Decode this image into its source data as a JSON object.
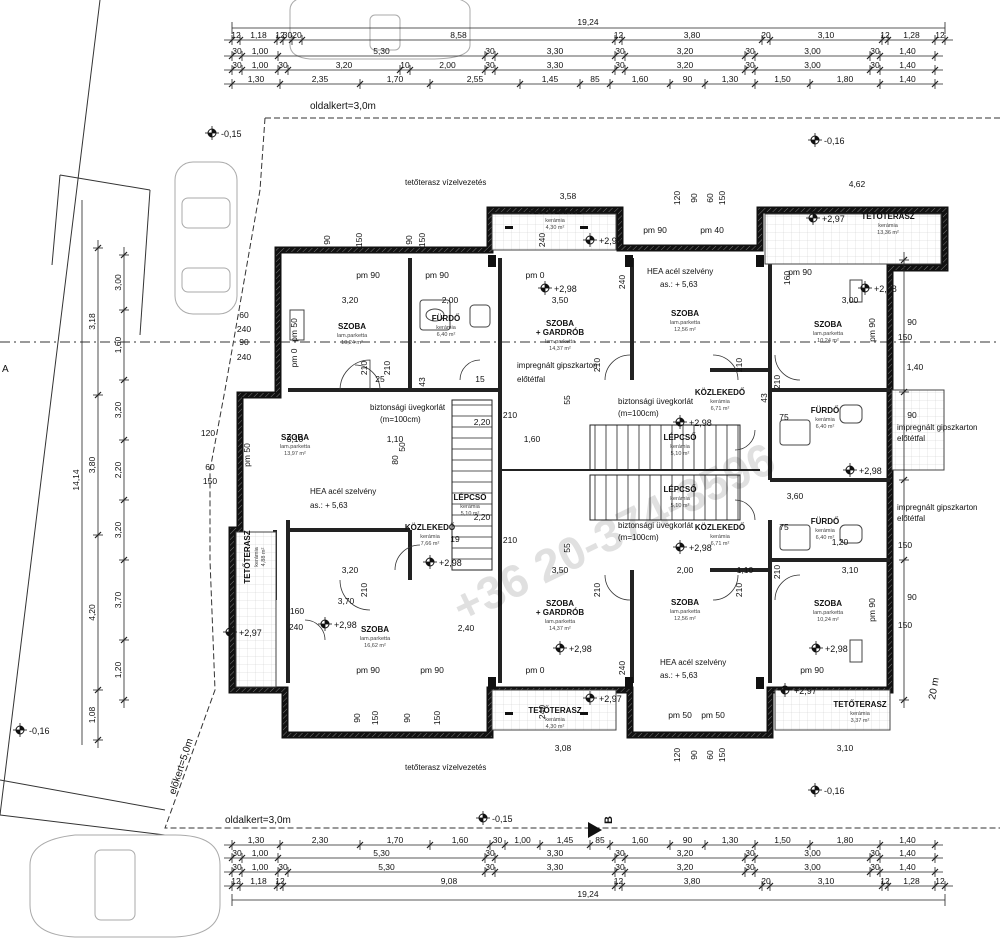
{
  "dims": {
    "top_total": "19,24",
    "top_row1": [
      "12",
      "1,18",
      "12",
      "30",
      "20",
      "8,58",
      "12",
      "3,80",
      "20",
      "3,10",
      "12",
      "1,28",
      "12"
    ],
    "top_row2": [
      "30",
      "1,00",
      "5,30",
      "30",
      "3,30",
      "30",
      "3,20",
      "30",
      "3,00",
      "30",
      "1,40"
    ],
    "top_row3": [
      "30",
      "1,00",
      "30",
      "3,20",
      "10",
      "2,00",
      "30",
      "3,30",
      "30",
      "3,20",
      "30",
      "3,00",
      "30",
      "1,40"
    ],
    "top_row4": [
      "1,30",
      "2,35",
      "1,70",
      "2,55",
      "1,45",
      "85",
      "1,60",
      "90",
      "1,30",
      "1,50",
      "1,80",
      "1,40"
    ],
    "bot_row1": [
      "1,30",
      "2,30",
      "1,70",
      "1,60",
      "30",
      "1,00",
      "1,45",
      "85",
      "1,60",
      "90",
      "1,30",
      "1,50",
      "1,80",
      "1,40"
    ],
    "bot_row2": [
      "30",
      "1,00",
      "5,30",
      "30",
      "3,30",
      "30",
      "3,20",
      "30",
      "3,00",
      "30",
      "1,40"
    ],
    "bot_row3": [
      "30",
      "1,00",
      "30",
      "5,30",
      "30",
      "3,30",
      "30",
      "3,20",
      "30",
      "3,00",
      "30",
      "1,40"
    ],
    "bot_row4": [
      "12",
      "1,18",
      "12",
      "9,08",
      "12",
      "3,80",
      "20",
      "3,10",
      "12",
      "1,28",
      "12"
    ],
    "bot_total": "19,24",
    "left_total": "14,14",
    "left_col1": [
      "3,18",
      "3,80",
      "4,20",
      "1,08"
    ],
    "left_col2": [
      "3,00",
      "1,60",
      "3,20",
      "2,20",
      "3,20",
      "3,70",
      "1,20"
    ],
    "misc": [
      "3,58",
      "4,62",
      "3,08",
      "3,10",
      "3,20",
      "3,20",
      "3,00",
      "3,50",
      "3,50",
      "2,00",
      "2,00",
      "1,10",
      "1,10",
      "1,60",
      "3,60",
      "3,10",
      "3,10",
      "2,20",
      "2,20",
      "1,20",
      "1,40",
      "2,40",
      "3,70"
    ]
  },
  "rooms": [
    {
      "name": "SZOBA",
      "sub1": "lam.parketta",
      "sub2": "10,24 m²"
    },
    {
      "name": "FÜRDŐ",
      "sub1": "kerámia",
      "sub2": "6,40 m²"
    },
    {
      "name": "SZOBA",
      "name2": "+ GARDRÓB",
      "sub1": "lam.parketta",
      "sub2": "14,37 m²"
    },
    {
      "name": "SZOBA",
      "sub1": "lam.parketta",
      "sub2": "12,56 m²"
    },
    {
      "name": "SZOBA",
      "sub1": "lam.parketta",
      "sub2": "10,24 m²"
    },
    {
      "name": "SZOBA",
      "sub1": "lam.parketta",
      "sub2": "13,97 m²"
    },
    {
      "name": "LÉPCSŐ",
      "sub1": "kerámia",
      "sub2": "5,10 m²"
    },
    {
      "name": "KÖZLEKEDŐ",
      "sub1": "kerámia",
      "sub2": "7,66 m²"
    },
    {
      "name": "TETŐTERASZ",
      "sub1": "kerámia",
      "sub2": "4,88 m²"
    },
    {
      "name": "SZOBA",
      "sub1": "lam.parketta",
      "sub2": "16,62 m²"
    },
    {
      "name": "SZOBA",
      "name2": "+ GARDRÓB",
      "sub1": "lam.parketta",
      "sub2": "14,37 m²"
    },
    {
      "name": "SZOBA",
      "sub1": "lam.parketta",
      "sub2": "12,56 m²"
    },
    {
      "name": "SZOBA",
      "sub1": "lam.parketta",
      "sub2": "10,24 m²"
    },
    {
      "name": "FÜRDŐ",
      "sub1": "kerámia",
      "sub2": "6,40 m²"
    },
    {
      "name": "FÜRDŐ",
      "sub1": "kerámia",
      "sub2": "6,40 m²"
    },
    {
      "name": "KÖZLEKEDŐ",
      "sub1": "kerámia",
      "sub2": "6,71 m²"
    },
    {
      "name": "KÖZLEKEDŐ",
      "sub1": "kerámia",
      "sub2": "6,71 m²"
    },
    {
      "name": "LÉPCSŐ",
      "sub1": "kerámia",
      "sub2": "5,10 m²"
    },
    {
      "name": "LÉPCSŐ",
      "sub1": "kerámia",
      "sub2": "5,10 m²"
    },
    {
      "name": "TETŐTERASZ",
      "sub1": "kerámia",
      "sub2": "4,30 m²"
    },
    {
      "name": "TETŐTERASZ",
      "sub1": "kerámia",
      "sub2": "13,36 m²"
    },
    {
      "name": "TETŐTERASZ",
      "sub1": "kerámia",
      "sub2": "4,30 m²"
    },
    {
      "name": "TETŐTERASZ",
      "sub1": "kerámia",
      "sub2": "3,37 m²"
    }
  ],
  "labels": {
    "oldalkert_top": "oldalkert=3,0m",
    "oldalkert_bottom": "oldalkert=3,0m",
    "elokert": "előkert=5,0m",
    "vizelvezetes_top": "tetőterasz vízelvezetés",
    "vizelvezetes_bottom": "tetőterasz vízelvezetés",
    "hea1": "HEA acél szelvény",
    "hea1_as": "as.: + 5,63",
    "hea2": "HEA acél szelvény",
    "hea2_as": "as.: + 5,63",
    "hea3": "HEA acél szelvény",
    "hea3_as": "as.: + 5,63",
    "biztonsagi1": "biztonsági üvegkorlát",
    "biztonsagi1_m": "(m=100cm)",
    "biztonsagi2": "biztonsági üvegkorlát",
    "biztonsagi2_m": "(m=100cm)",
    "biztonsagi3": "biztonsági üvegkorlát",
    "biztonsagi3_m": "(m=100cm)",
    "impregnalt1": "impregnált gipszkarton",
    "impregnalt1_b": "előtétfal",
    "impregnalt2": "impregnált gipszkarton",
    "impregnalt2_b": "előtétfal",
    "impregnalt3": "impregnált gipszkarton",
    "impregnalt3_b": "előtétfal",
    "twenty_m": "20 m",
    "section_b": "B",
    "side_a": "A"
  },
  "levels": {
    "l1": "-0,15",
    "l2": "-0,16",
    "l3": "-0,16",
    "l4": "-0,16",
    "l5": "-0,15",
    "t1": "+2,97",
    "t2": "+2,97",
    "t3": "+2,97",
    "t4": "+2,97",
    "t5": "+2,97",
    "r1": "+2,98",
    "r2": "+2,98",
    "r3": "+2,98",
    "r4": "+2,98",
    "r5": "+2,98",
    "r6": "+2,98",
    "r7": "+2,98",
    "r8": "+2,98",
    "r9": "+2,98"
  },
  "openings": {
    "pm90": "pm 90",
    "pm50": "pm 50",
    "pm0": "pm 0",
    "pm40": "pm 40",
    "w210": "210",
    "w90": "90",
    "w150": "150",
    "w120": "120",
    "w60": "60",
    "w240": "240",
    "w75": "75",
    "w160": "160",
    "w43": "43",
    "w55": "55",
    "w15": "15",
    "w25": "25",
    "w19": "19",
    "w80": "80",
    "w50": "50"
  },
  "watermark": "+36 20-374-3596"
}
